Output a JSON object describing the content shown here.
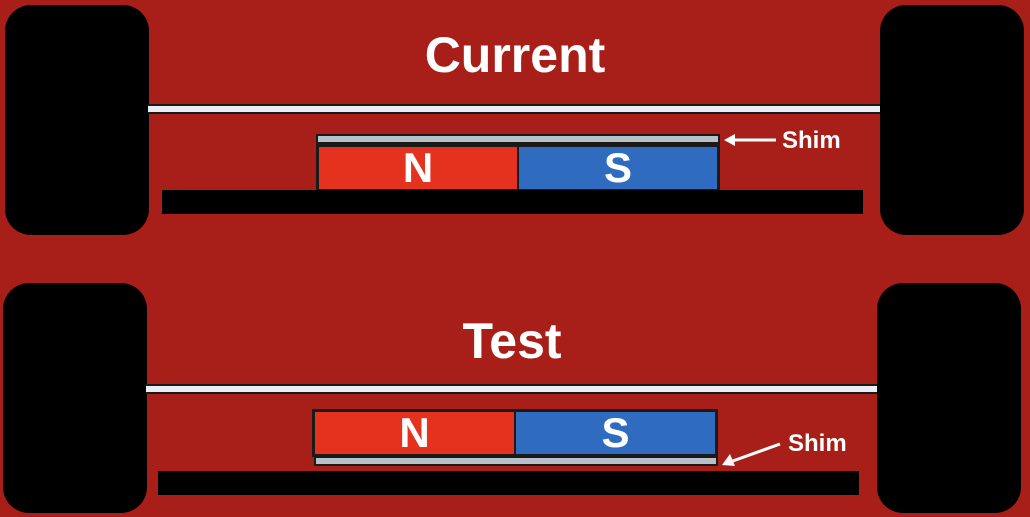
{
  "colors": {
    "background": "#a81f19",
    "north_pole": "#e4321f",
    "south_pole": "#2f6cc0",
    "shim": "#b8c0c8",
    "rail": "#e9eef4",
    "text": "#ffffff"
  },
  "panels": [
    {
      "title": "Current",
      "north_label": "N",
      "south_label": "S",
      "shim_label": "Shim",
      "shim_position": "above magnet"
    },
    {
      "title": "Test",
      "north_label": "N",
      "south_label": "S",
      "shim_label": "Shim",
      "shim_position": "below magnet"
    }
  ]
}
